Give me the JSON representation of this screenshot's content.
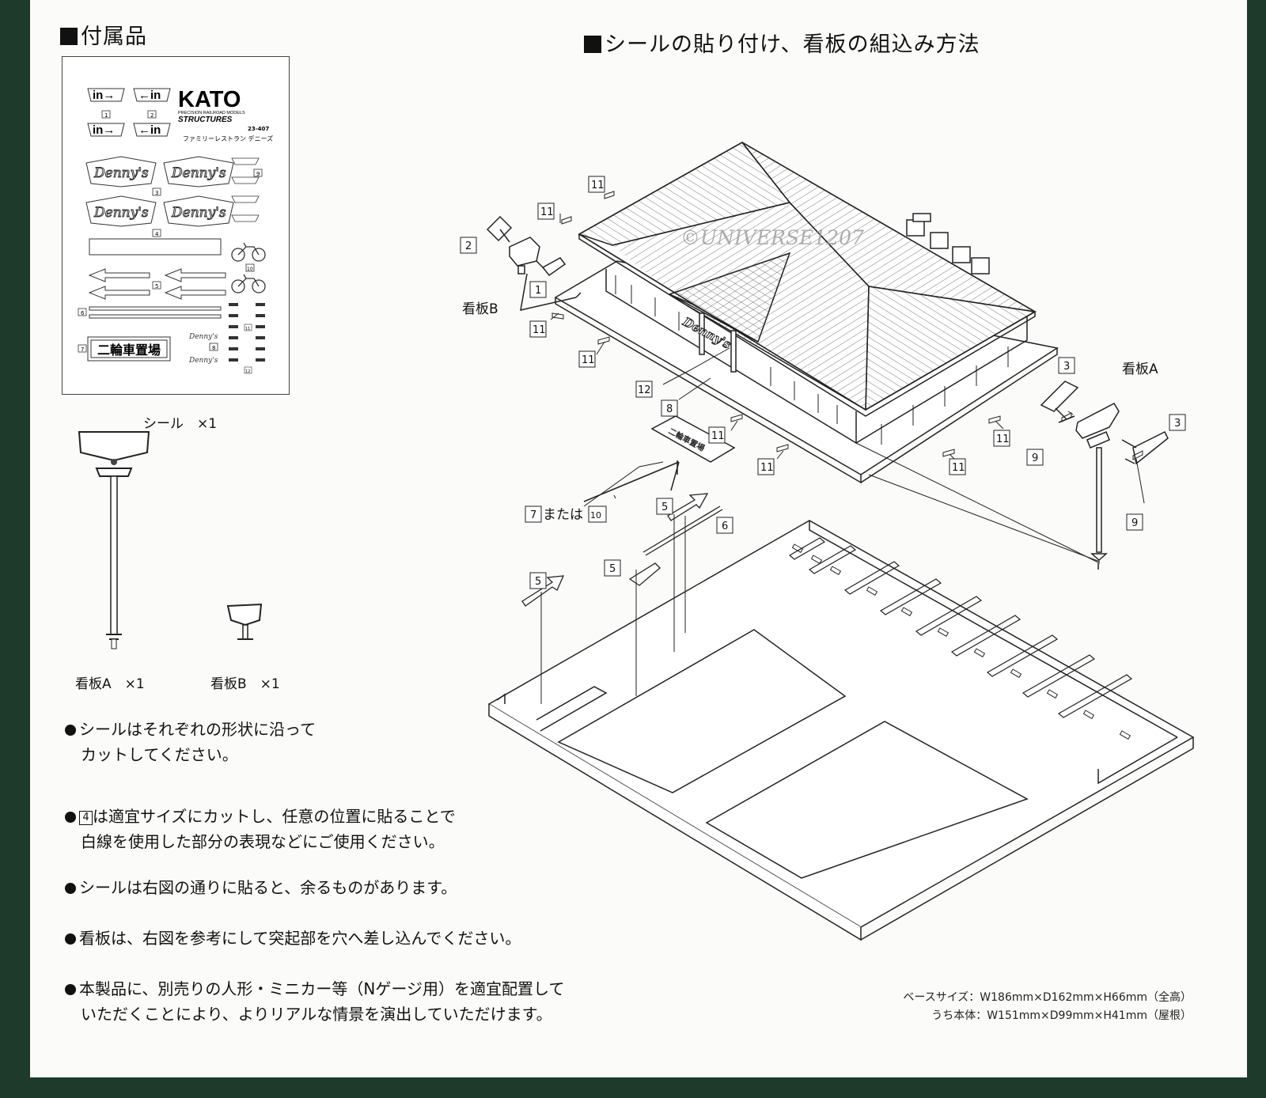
{
  "headers": {
    "accessories": "付属品",
    "instructions": "シールの貼り付け、看板の組込み方法"
  },
  "sticker_sheet": {
    "brand": "KATO",
    "brand_sub1": "PRECISION RAILROAD MODELS",
    "brand_sub2": "STRUCTURES",
    "code": "23-407",
    "product": "ファミリーレストラン デニーズ",
    "in_arrow": "in→",
    "arrow_in": "←in",
    "dennys": "Denny's",
    "parking": "二輪車置場",
    "sticker_nums": [
      "1",
      "2",
      "3",
      "4",
      "5",
      "6",
      "7",
      "8",
      "9",
      "10",
      "11",
      "12"
    ]
  },
  "captions": {
    "seal_count": "シール　×1",
    "sign_a_count": "看板A　×1",
    "sign_b_count": "看板B　×1"
  },
  "notes": [
    {
      "line1": "シールはそれぞれの形状に沿って",
      "line2": "カットしてください。"
    },
    {
      "num": "4",
      "line1": "は適宜サイズにカットし、任意の位置に貼ることで",
      "line2": "白線を使用した部分の表現などにご使用ください。"
    },
    {
      "line1": "シールは右図の通りに貼ると、余るものがあります。"
    },
    {
      "line1": "看板は、右図を参考にして突起部を穴へ差し込んでください。"
    },
    {
      "line1": "本製品に、別売りの人形・ミニカー等（Nゲージ用）を適宜配置して",
      "line2": "いただくことにより、よりリアルな情景を演出していただけます。"
    }
  ],
  "diagram": {
    "sign_a_label": "看板A",
    "sign_b_label": "看板B",
    "or_label": "または",
    "sign_text": "Denny's",
    "parking_text": "二輪車置場",
    "watermark": "©UNIVERSE1207",
    "callouts": {
      "n11": "11",
      "n1": "1",
      "n2": "2",
      "n3": "3",
      "n5": "5",
      "n6": "6",
      "n7": "7",
      "n8": "8",
      "n9": "9",
      "n10": "10",
      "n12": "12"
    }
  },
  "dimensions": {
    "base": "ベースサイズ：W186mm×D162mm×H66mm（全高）",
    "body": "うち本体：W151mm×D99mm×H41mm（屋根）"
  }
}
